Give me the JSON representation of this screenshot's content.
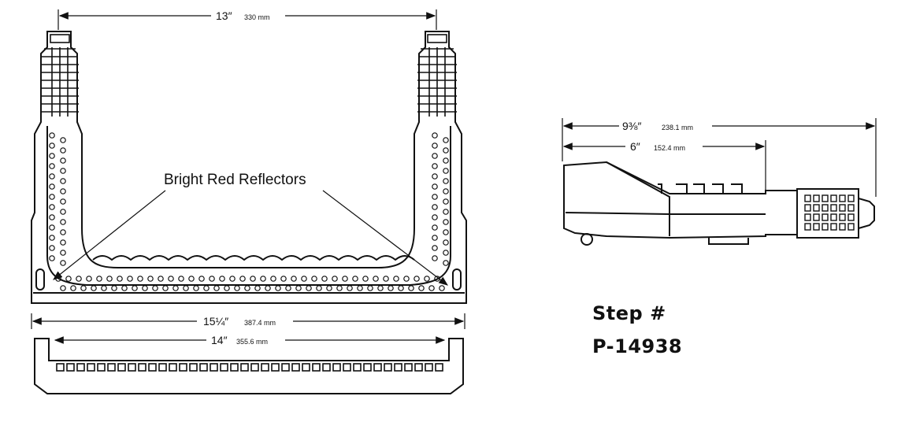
{
  "dimensions": {
    "top_width": {
      "imperial": "13″",
      "metric": "330 mm"
    },
    "overall_width": {
      "imperial": "15¼″",
      "metric": "387.4 mm"
    },
    "inner_width": {
      "imperial": "14″",
      "metric": "355.6 mm"
    },
    "side_length": {
      "imperial": "9⅜″",
      "metric": "238.1 mm"
    },
    "side_inner": {
      "imperial": "6″",
      "metric": "152.4 mm"
    }
  },
  "callout": {
    "label": "Bright Red Reflectors"
  },
  "part": {
    "label": "Step #",
    "number": "P-14938"
  }
}
